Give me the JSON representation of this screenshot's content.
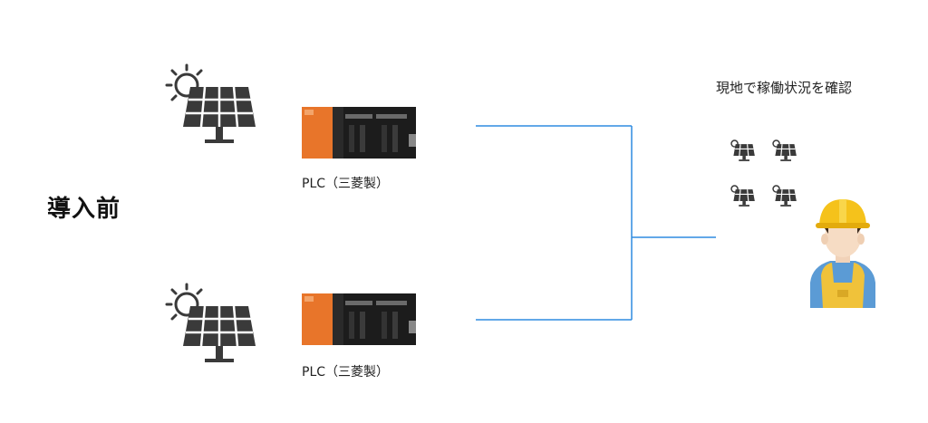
{
  "title": "導入前",
  "devices": [
    {
      "label": "PLC（三菱製）"
    },
    {
      "label": "PLC（三菱製）"
    }
  ],
  "site": {
    "label": "現地で稼働状況を確認"
  },
  "icons": {
    "solar_panel": "solar-panel-with-sun-icon",
    "plc": "plc-controller-image",
    "worker": "worker-with-hard-hat-icon"
  },
  "colors": {
    "line": "#2f8be0",
    "plc_orange": "#e8752a",
    "plc_dark": "#1c1c1c",
    "icon": "#3a3a3a",
    "helmet": "#f5c21b",
    "shirt": "#5b9bd5",
    "vest": "#f0c23a"
  }
}
